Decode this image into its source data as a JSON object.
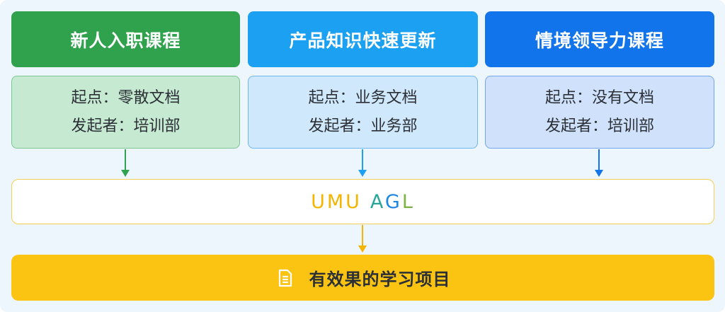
{
  "columns": [
    {
      "title": "新人入职课程",
      "line1": "起点：零散文档",
      "line2": "发起者：培训部",
      "color": "#30a24e"
    },
    {
      "title": "产品知识快速更新",
      "line1": "起点：业务文档",
      "line2": "发起者：业务部",
      "color": "#1ca0f2"
    },
    {
      "title": "情境领导力课程",
      "line1": "起点：没有文档",
      "line2": "发起者：培训部",
      "color": "#1274ea"
    }
  ],
  "platform": {
    "logo_umu": "UMU",
    "logo_agl": "AGL",
    "logo_colors": {
      "umu": "#f4b400",
      "a": "#26a69a",
      "g": "#1e88e5",
      "l": "#7cb342"
    }
  },
  "result": {
    "label": "有效果的学习项目",
    "icon": "document-list-icon"
  },
  "arrow_color_platform": "#f4b400"
}
